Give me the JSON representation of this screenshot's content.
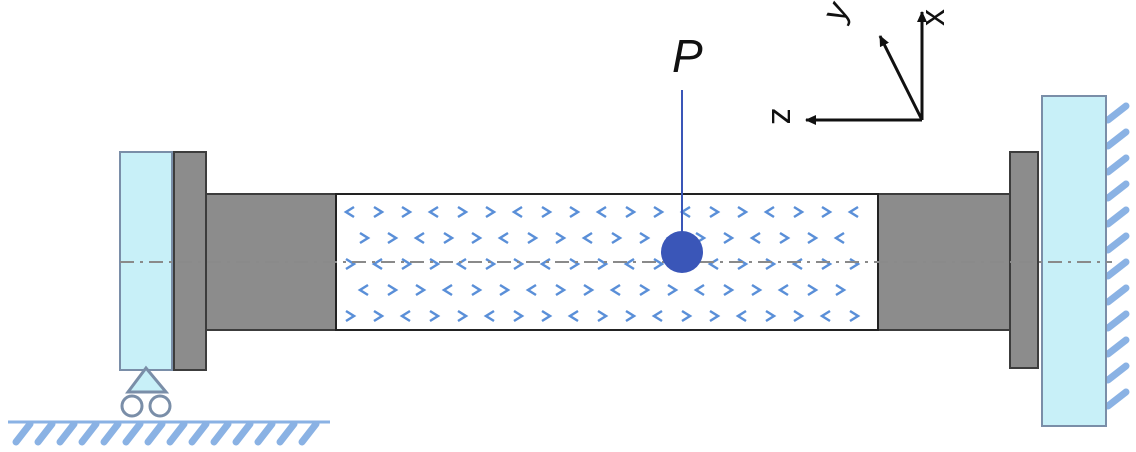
{
  "labels": {
    "load": "P",
    "axis_x": "x",
    "axis_y": "y",
    "axis_z": "z"
  },
  "colors": {
    "support_light": "#c8f0f8",
    "support_edge": "#7a8ea8",
    "steel_gray": "#8c8c8c",
    "steel_edge": "#3c3c3c",
    "load_blue": "#3a56b8",
    "speckle_blue": "#5a8fd8",
    "hatch_blue": "#8ab2e4",
    "axis_black": "#111111",
    "centerline_gray": "#8a8a8a"
  }
}
